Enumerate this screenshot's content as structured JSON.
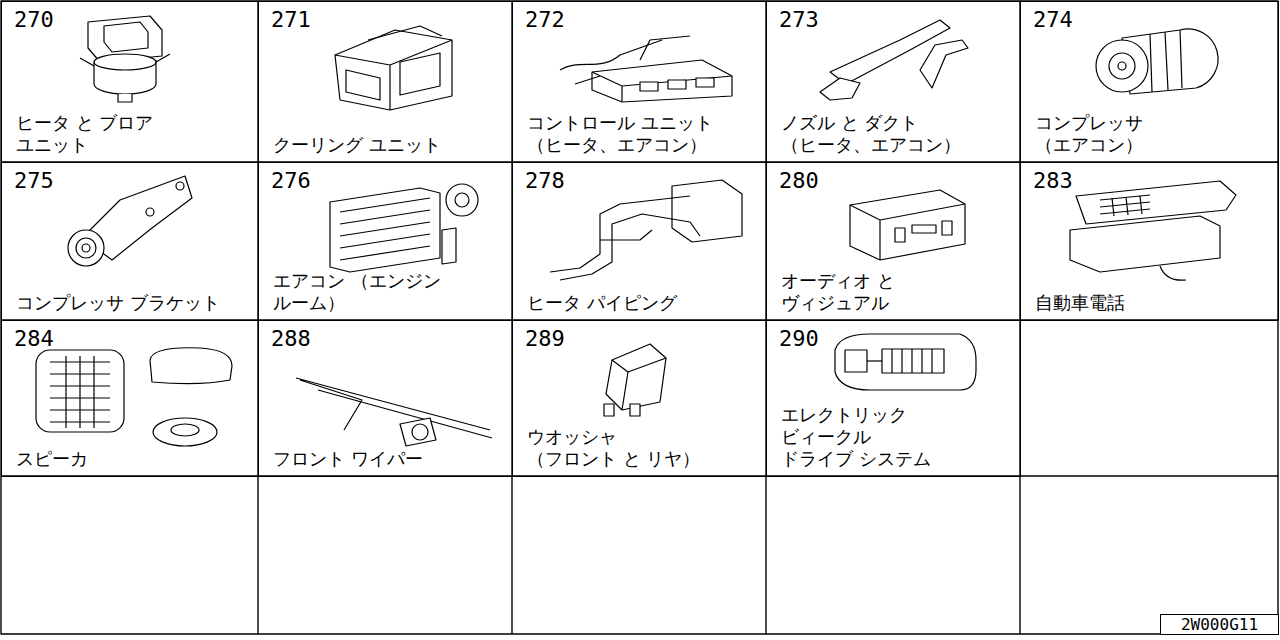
{
  "diagram": {
    "nodes": [
      {
        "text": [
          "270",
          "ヒータ と ブロア ユニット"
        ]
      },
      {
        "text": [
          "271",
          "クーリング ユニット"
        ]
      },
      {
        "text": [
          "272",
          "コントロール ユニット （ヒータ、エアコン）"
        ]
      },
      {
        "text": [
          "273",
          "ノズル と ダクト （ヒータ、エアコン）"
        ]
      },
      {
        "text": [
          "274",
          "コンプレッサ （エアコン）"
        ]
      },
      {
        "text": [
          "275",
          "コンプレッサ ブラケット"
        ]
      },
      {
        "text": [
          "276",
          "エアコン （エンジン ルーム）"
        ]
      },
      {
        "text": [
          "278",
          "ヒータ パイピング"
        ]
      },
      {
        "text": [
          "280",
          "オーディオ と ヴィジュアル"
        ]
      },
      {
        "text": [
          "283",
          "自動車電話"
        ]
      },
      {
        "text": [
          "284",
          "スピーカ"
        ]
      },
      {
        "text": [
          "288",
          "フロント ワイパー"
        ]
      },
      {
        "text": [
          "289",
          "ウオッシャ （フロント と リヤ）"
        ]
      },
      {
        "text": [
          "290",
          "エレクトリック ビィークル ドライブ システム"
        ]
      },
      {
        "text": [
          "2W000G11"
        ]
      }
    ]
  }
}
